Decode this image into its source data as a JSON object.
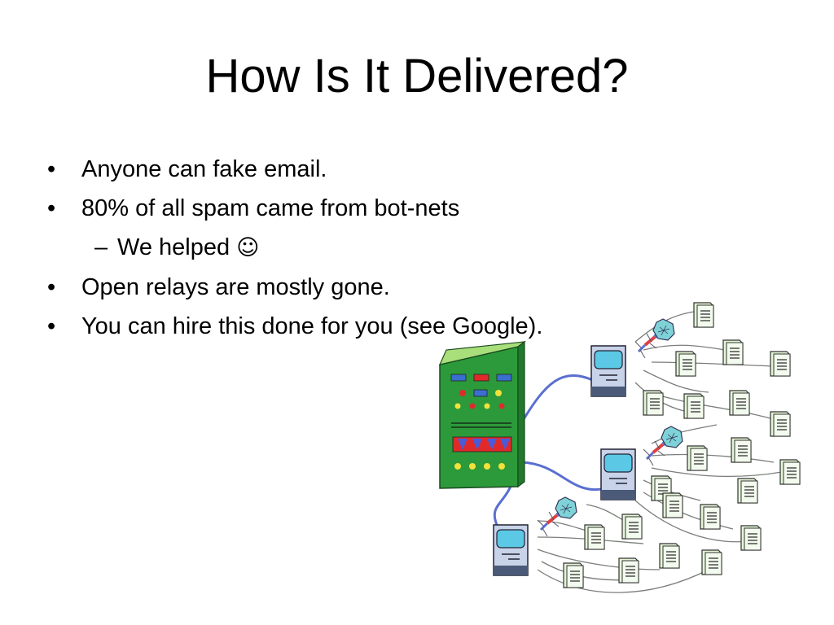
{
  "slide": {
    "title": "How Is It Delivered?",
    "bullet_marker": "•",
    "sub_marker": "–",
    "bullets": [
      "Anyone can fake email.",
      "80% of all spam came from bot-nets",
      "Open relays are mostly gone.",
      "You can hire this done for you (see Google)."
    ],
    "sub_bullets": [
      {
        "text": "We helped",
        "emoji": "☺"
      }
    ]
  },
  "illustration": {
    "icons": [
      "server-icon",
      "computer-icon",
      "virus-icon",
      "email-icon"
    ],
    "colors": {
      "server": "#2c9a3a",
      "computer_screen": "#5bc8e6",
      "email": "#e3f5d6",
      "virus": "#7fd3d8",
      "wire": "#5a6fd0"
    }
  }
}
